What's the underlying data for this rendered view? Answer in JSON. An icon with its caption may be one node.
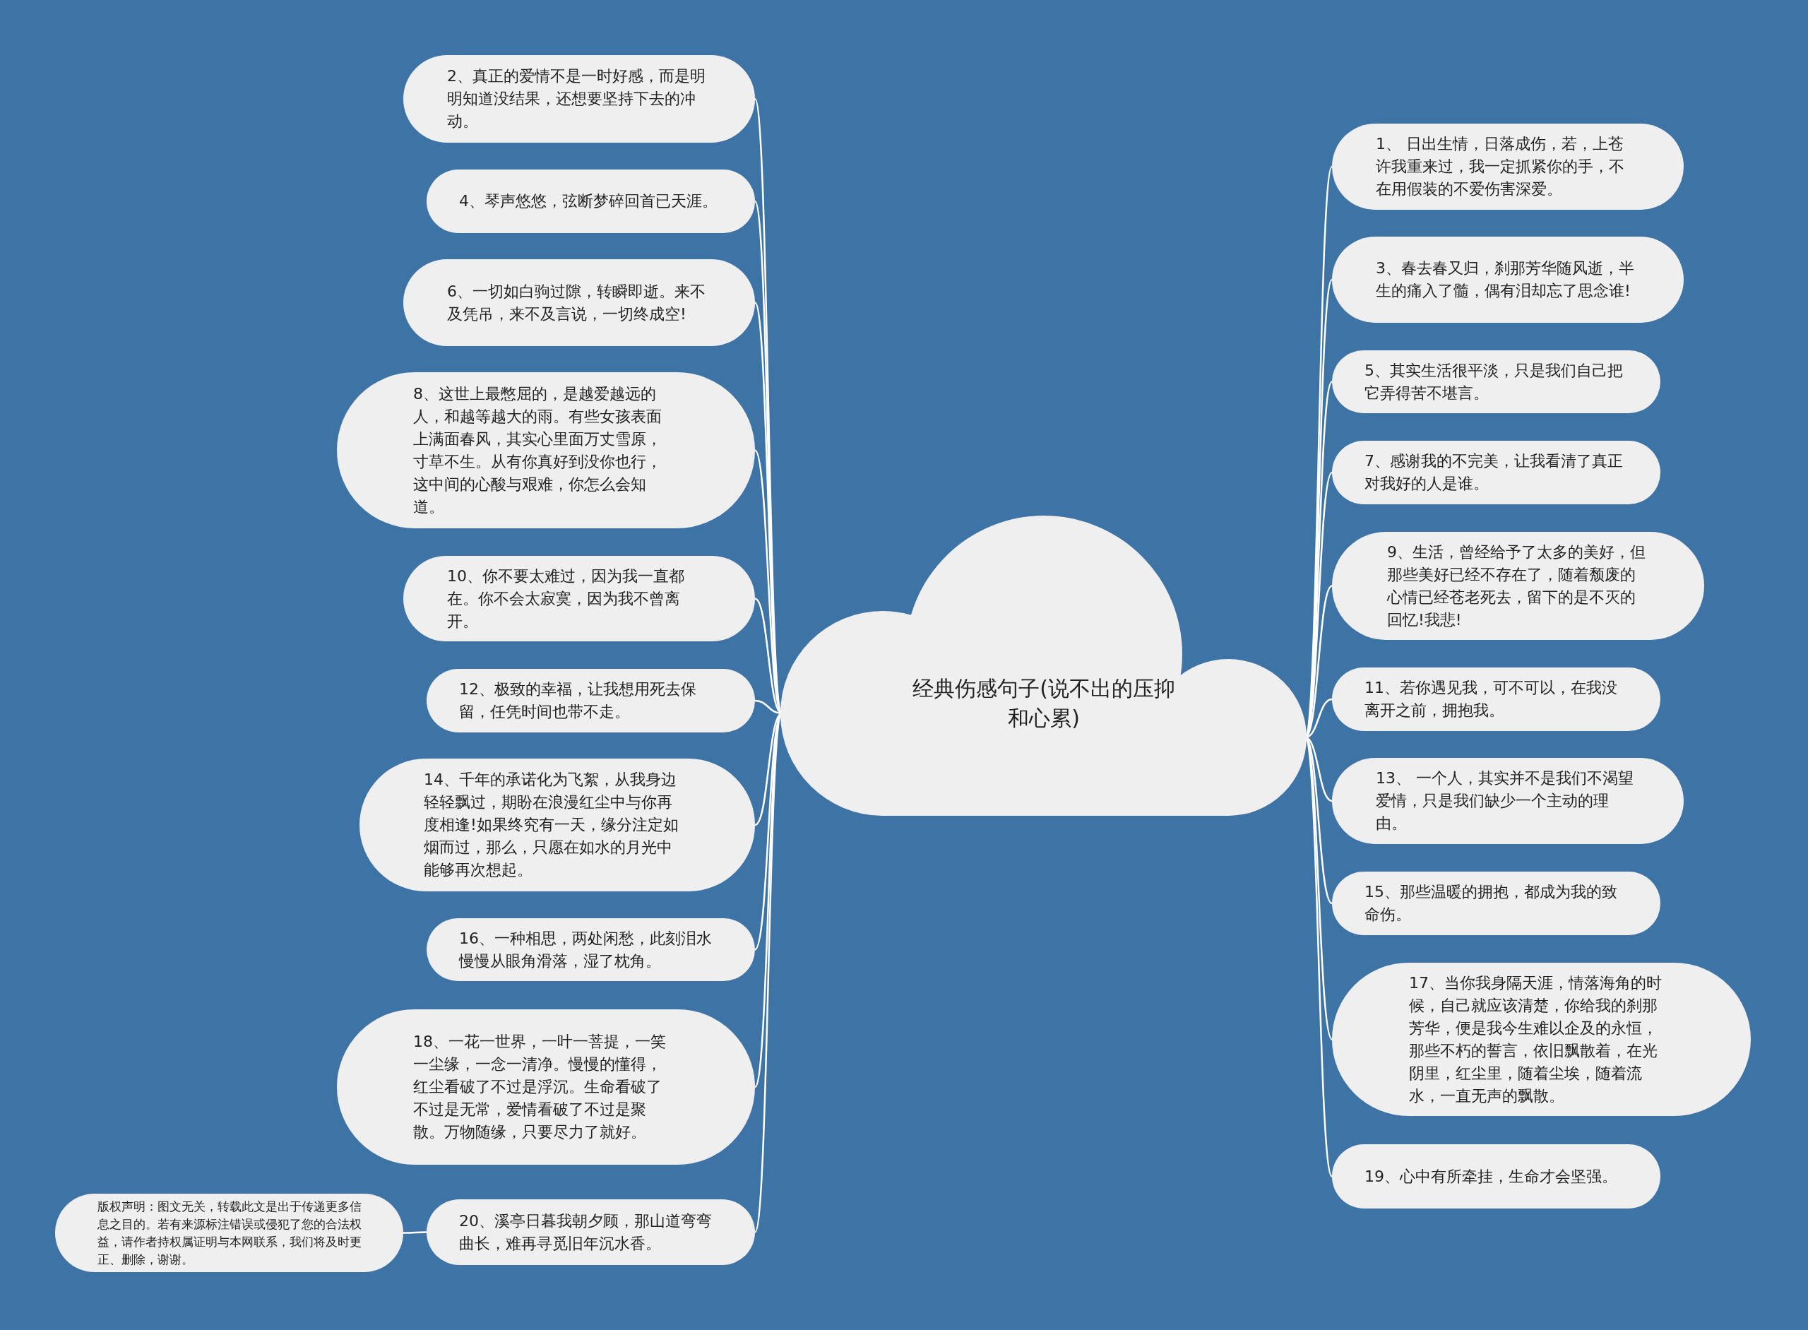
{
  "diagram": {
    "nodes": [
      {
        "text": [
          "经典伤感句子(说不出的压抑和心累)"
        ]
      },
      {
        "text": [
          "2、真正的爱情不是一时好感，而是明明知道没结果，还想要坚持下去的冲动。"
        ]
      },
      {
        "text": [
          "4、琴声悠悠，弦断梦碎回首已天涯。"
        ]
      },
      {
        "text": [
          "6、一切如白驹过隙，转瞬即逝。来不及凭吊，来不及言说，一切终成空!"
        ]
      },
      {
        "text": [
          "8、这世上最憋屈的，是越爱越远的人，和越等越大的雨。有些女孩表面上满面春风，其实心里面万丈雪原，寸草不生。从有你真好到没你也行，这中间的心酸与艰难，你怎么会知道。"
        ]
      },
      {
        "text": [
          "10、你不要太难过，因为我一直都在。你不会太寂寞，因为我不曾离开。"
        ]
      },
      {
        "text": [
          "12、极致的幸福，让我想用死去保留，任凭时间也带不走。"
        ]
      },
      {
        "text": [
          "14、千年的承诺化为飞絮，从我身边轻轻飘过，期盼在浪漫红尘中与你再度相逢!如果终究有一天，缘分注定如烟而过，那么，只愿在如水的月光中能够再次想起。"
        ]
      },
      {
        "text": [
          "16、一种相思，两处闲愁，此刻泪水慢慢从眼角滑落，湿了枕角。"
        ]
      },
      {
        "text": [
          "18、一花一世界，一叶一菩提，一笑一尘缘，一念一清净。慢慢的懂得，红尘看破了不过是浮沉。生命看破了不过是无常，爱情看破了不过是聚散。万物随缘，只要尽力了就好。"
        ]
      },
      {
        "text": [
          "20、溪亭日暮我朝夕顾，那山道弯弯曲长，难再寻觅旧年沉水香。"
        ]
      },
      {
        "text": [
          "1、 日出生情，日落成伤，若，上苍许我重来过，我一定抓紧你的手，不在用假装的不爱伤害深爱。"
        ]
      },
      {
        "text": [
          "3、春去春又归，刹那芳华随风逝，半生的痛入了髓，偶有泪却忘了思念谁!"
        ]
      },
      {
        "text": [
          "5、其实生活很平淡，只是我们自己把它弄得苦不堪言。"
        ]
      },
      {
        "text": [
          "7、感谢我的不完美，让我看清了真正对我好的人是谁。"
        ]
      },
      {
        "text": [
          "9、生活，曾经给予了太多的美好，但那些美好已经不存在了，随着颓废的心情已经苍老死去，留下的是不灭的回忆!我悲!"
        ]
      },
      {
        "text": [
          "11、若你遇见我，可不可以，在我没离开之前，拥抱我。"
        ]
      },
      {
        "text": [
          "13、 一个人，其实并不是我们不渴望爱情，只是我们缺少一个主动的理由。"
        ]
      },
      {
        "text": [
          "15、那些温暖的拥抱，都成为我的致命伤。"
        ]
      },
      {
        "text": [
          "17、当你我身隔天涯，情落海角的时候，自己就应该清楚，你给我的刹那芳华，便是我今生难以企及的永恒，那些不朽的誓言，依旧飘散着，在光阴里，红尘里，随着尘埃，随着流水，一直无声的飘散。"
        ]
      },
      {
        "text": [
          "19、心中有所牵挂，生命才会坚强。"
        ]
      },
      {
        "text": [
          "版权声明：图文无关，转载此文是出于传递更多信息之目的。若有来源标注错误或侵犯了您的合法权益，请作者持权属证明与本网联系，我们将及时更正、删除，谢谢。"
        ]
      }
    ],
    "edges": [
      {
        "from": 0,
        "to": 1,
        "arrow": "none"
      },
      {
        "from": 0,
        "to": 2,
        "arrow": "none"
      },
      {
        "from": 0,
        "to": 3,
        "arrow": "none"
      },
      {
        "from": 0,
        "to": 4,
        "arrow": "none"
      },
      {
        "from": 0,
        "to": 5,
        "arrow": "none"
      },
      {
        "from": 0,
        "to": 6,
        "arrow": "none"
      },
      {
        "from": 0,
        "to": 7,
        "arrow": "none"
      },
      {
        "from": 0,
        "to": 8,
        "arrow": "none"
      },
      {
        "from": 0,
        "to": 9,
        "arrow": "none"
      },
      {
        "from": 0,
        "to": 10,
        "arrow": "none"
      },
      {
        "from": 0,
        "to": 11,
        "arrow": "none"
      },
      {
        "from": 0,
        "to": 12,
        "arrow": "none"
      },
      {
        "from": 0,
        "to": 13,
        "arrow": "none"
      },
      {
        "from": 0,
        "to": 14,
        "arrow": "none"
      },
      {
        "from": 0,
        "to": 15,
        "arrow": "none"
      },
      {
        "from": 0,
        "to": 16,
        "arrow": "none"
      },
      {
        "from": 0,
        "to": 17,
        "arrow": "none"
      },
      {
        "from": 0,
        "to": 18,
        "arrow": "none"
      },
      {
        "from": 0,
        "to": 19,
        "arrow": "none"
      },
      {
        "from": 0,
        "to": 20,
        "arrow": "none"
      },
      {
        "from": 10,
        "to": 21,
        "arrow": "none"
      }
    ]
  }
}
